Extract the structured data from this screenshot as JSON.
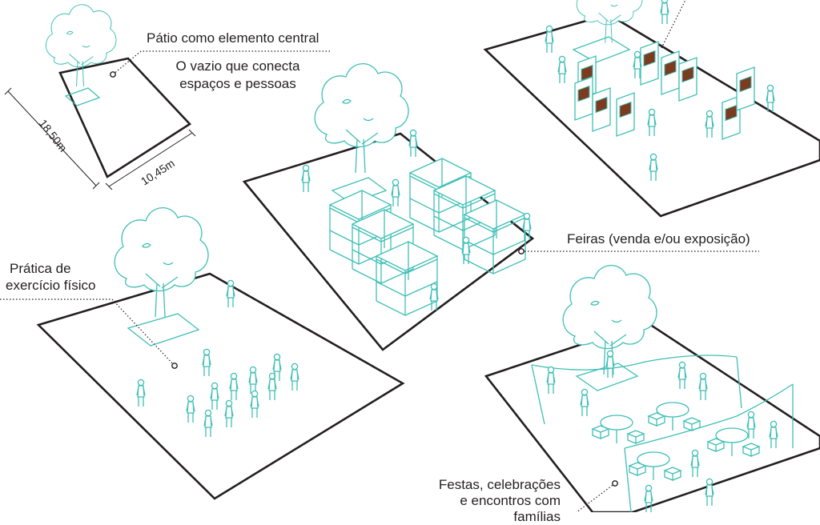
{
  "labels": {
    "patio_title": "Pátio como elemento central",
    "patio_sub_1": "O vazio que conecta",
    "patio_sub_2": "espaços e pessoas",
    "dim_length": "18,50m",
    "dim_width": "10,45m",
    "feiras": "Feiras (venda e/ou exposição)",
    "exercicio_1": "Prática de",
    "exercicio_2": "exercício físico",
    "festas_1": "Festas, celebrações",
    "festas_2": "e encontros com",
    "festas_3": "famílias"
  },
  "colors": {
    "line": "#231f20",
    "accent": "#3fbfb6",
    "photo_frame": "#7a3b1f"
  }
}
